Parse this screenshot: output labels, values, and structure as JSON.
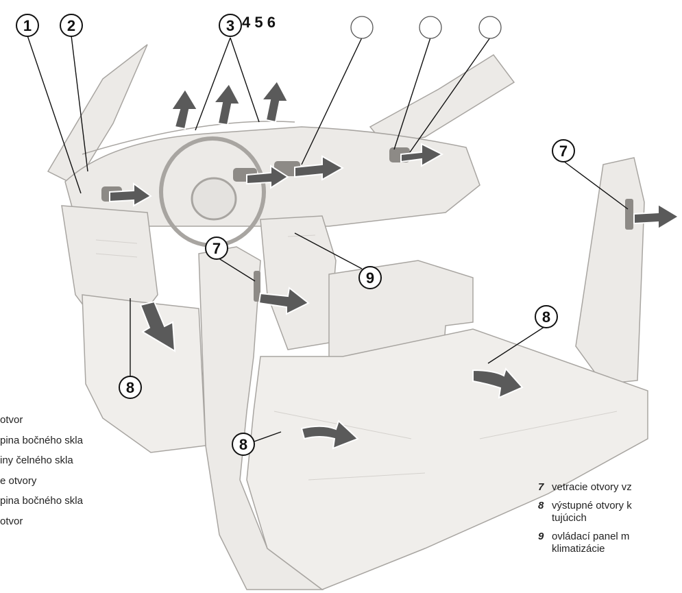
{
  "diagram": {
    "callout_color": "#111111",
    "arrow_color": "#5a5a5a",
    "arrow_outline": "#ffffff",
    "body_color": "#eceae7",
    "dash_color": "#d4d1cd",
    "line_color": "#a8a5a1",
    "callouts_top": [
      {
        "id": "c1",
        "label": "1"
      },
      {
        "id": "c2",
        "label": "2"
      },
      {
        "id": "c3",
        "label": "3"
      },
      {
        "id": "c4",
        "label": ""
      },
      {
        "id": "c5",
        "label": ""
      },
      {
        "id": "c6",
        "label": ""
      }
    ],
    "callouts_top_plain": "4 5 6",
    "callouts_other": [
      {
        "id": "c7a",
        "label": "7"
      },
      {
        "id": "c7b",
        "label": "7"
      },
      {
        "id": "c9",
        "label": "9"
      },
      {
        "id": "c8a",
        "label": "8"
      },
      {
        "id": "c8b",
        "label": "8"
      },
      {
        "id": "c8c",
        "label": "8"
      }
    ]
  },
  "legend_left": [
    {
      "text": "otvor"
    },
    {
      "text": "pina bočného skla"
    },
    {
      "text": "iny čelného skla"
    },
    {
      "text": "e otvory"
    },
    {
      "text": "pina bočného skla"
    },
    {
      "text": "otvor"
    }
  ],
  "legend_right": [
    {
      "num": "7",
      "text": "vetracie otvory vz"
    },
    {
      "num": "8",
      "text": "výstupné otvory k\ntujúcich"
    },
    {
      "num": "9",
      "text": "ovládací  panel  m\nklimatizácie"
    }
  ]
}
